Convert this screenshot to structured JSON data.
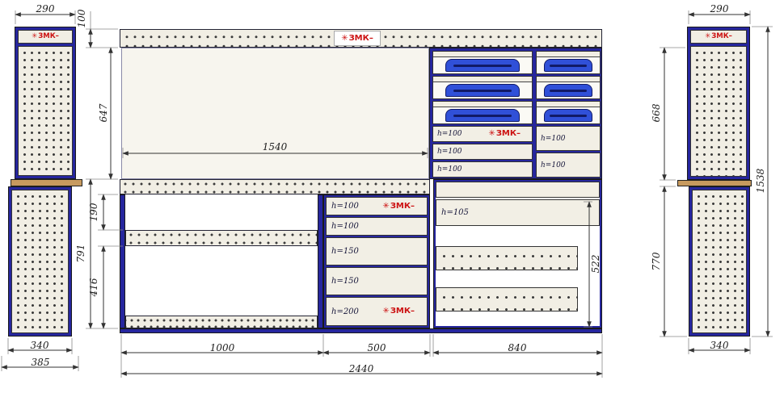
{
  "brand": {
    "icon": "✳",
    "text": "ЗМК",
    "dash": "–"
  },
  "dimensions": {
    "left_cabinet": {
      "top_width": "290",
      "body_width": "340",
      "base_width": "385"
    },
    "bench": {
      "top_strip_height": "100",
      "upper_section_height": "647",
      "back_panel_width": "1540",
      "under_worktop_gap": "190",
      "lower_section_height": "791",
      "leg_clearance": "416",
      "left_bay_width": "1000",
      "middle_bay_width": "500",
      "right_bay_width": "840",
      "total_width": "2440",
      "right_bay_inner_height": "522"
    },
    "right_cabinet": {
      "top_width": "290",
      "upper_height": "668",
      "lower_height": "770",
      "total_height": "1538",
      "body_width": "340"
    }
  },
  "drawer_labels": {
    "top_right_left_column": [
      "h=100",
      "h=100",
      "h=100"
    ],
    "top_right_right_column": [
      "h=100",
      "h=100"
    ],
    "middle_stack": [
      "h=100",
      "h=100",
      "h=150",
      "h=150",
      "h=200"
    ],
    "right_bay": [
      "h=105"
    ]
  }
}
